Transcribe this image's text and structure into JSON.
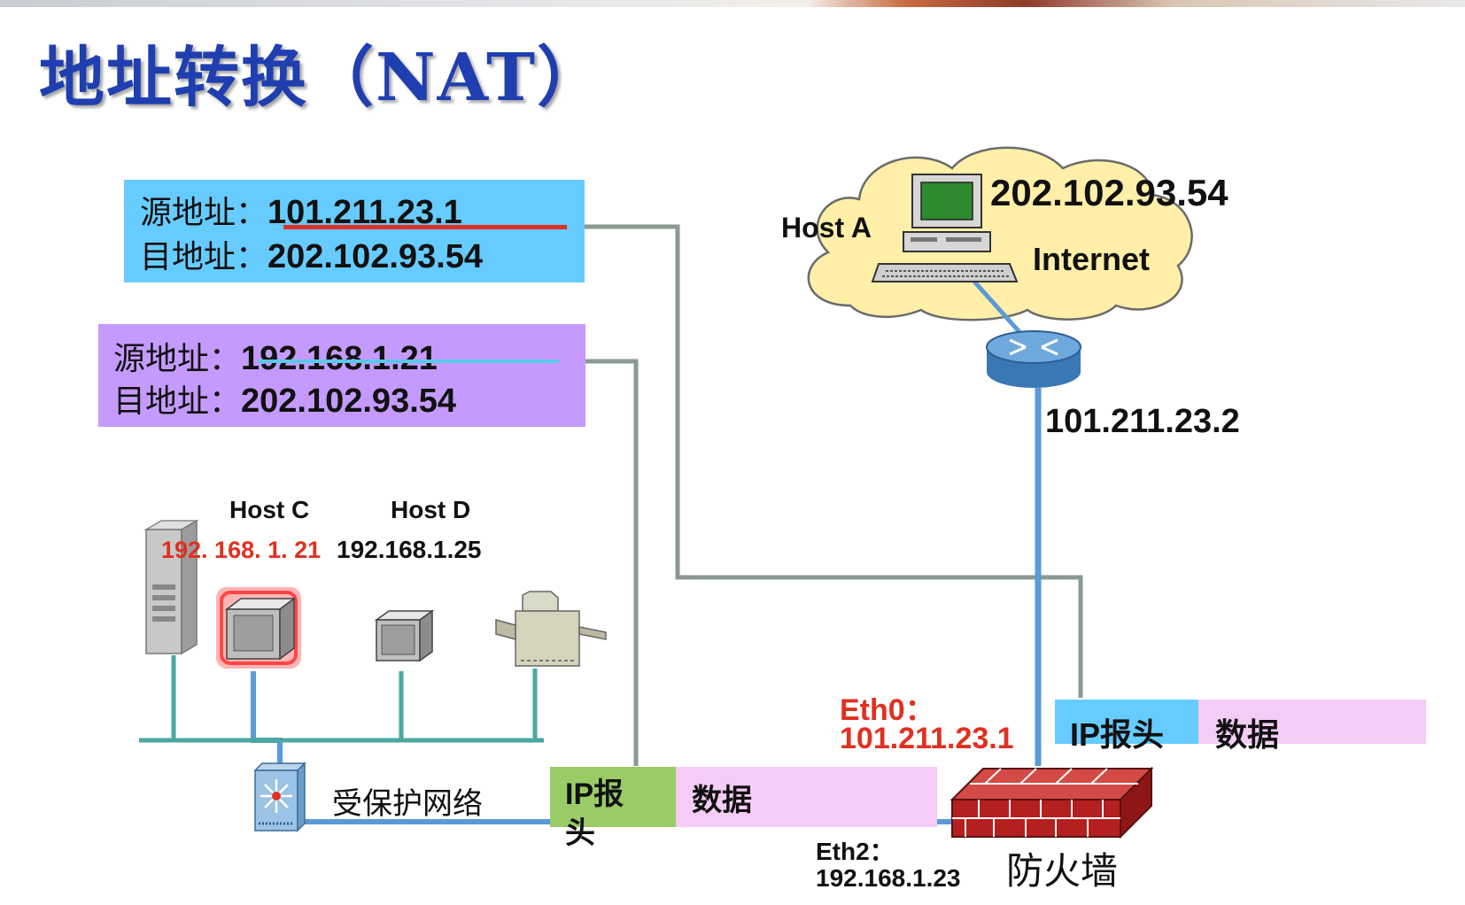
{
  "title": "地址转换（NAT）",
  "nat_box": {
    "src_label": "源地址：",
    "src_value": "101.211.23.1",
    "dst_label": "目地址：",
    "dst_value": "202.102.93.54",
    "color": "#66ccff"
  },
  "lan_box": {
    "src_label": "源地址：",
    "src_value": "192.168.1.21",
    "dst_label": "目地址：",
    "dst_value": "202.102.93.54",
    "color": "#c59aff"
  },
  "host_a": {
    "label": "Host A",
    "ip": "202.102.93.54",
    "cloud_label": "Internet"
  },
  "router": {
    "ip": "101.211.23.2"
  },
  "host_c": {
    "label": "Host C",
    "ip": "192. 168. 1. 21"
  },
  "host_d": {
    "label": "Host D",
    "ip": "192.168.1.25"
  },
  "protected_network": "受保护网络",
  "packet_inside": {
    "header": "IP报头",
    "data": "数据"
  },
  "packet_outside": {
    "header": "IP报头",
    "data": "数据"
  },
  "eth0": {
    "label": "Eth0：",
    "ip": "101.211.23.1"
  },
  "eth2": {
    "label": "Eth2：",
    "ip": "192.168.1.23"
  },
  "firewall": "防火墙",
  "icons": [
    "workstation-icon",
    "router-icon",
    "server-icon",
    "computer-icon",
    "printer-icon",
    "switch-icon",
    "firewall-icon",
    "cloud-icon"
  ],
  "colors": {
    "title": "#1f3fb0",
    "highlight_red": "#e03020",
    "link_blue": "#5a9ad6",
    "link_teal": "#4aa8a0",
    "link_gray": "#8a9a90",
    "header_green": "#99cc66",
    "header_blue": "#66ccff",
    "data_pink": "#f5ccf5"
  }
}
